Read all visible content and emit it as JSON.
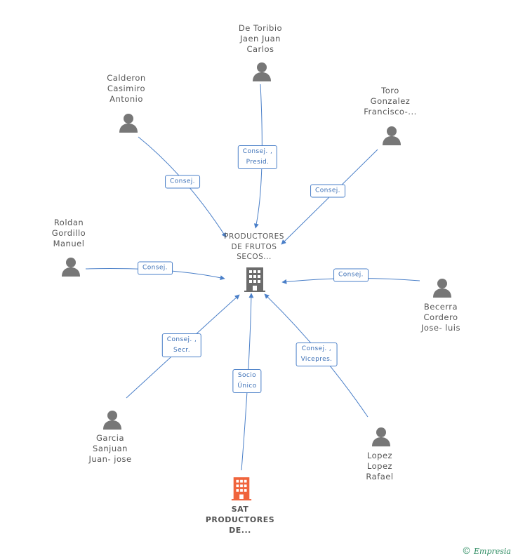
{
  "center": {
    "label": "PRODUCTORES\nDE FRUTOS\nSECOS..."
  },
  "origin": {
    "label": "SAT\nPRODUCTORES\nDE..."
  },
  "people": [
    {
      "id": "de-toribio",
      "label": "De Toribio\nJaen Juan\nCarlos"
    },
    {
      "id": "calderon",
      "label": "Calderon\nCasimiro\nAntonio"
    },
    {
      "id": "toro",
      "label": "Toro\nGonzalez\nFrancisco-..."
    },
    {
      "id": "roldan",
      "label": "Roldan\nGordillo\nManuel"
    },
    {
      "id": "becerra",
      "label": "Becerra\nCordero\nJose- luis"
    },
    {
      "id": "garcia",
      "label": "Garcia\nSanjuan\nJuan- jose"
    },
    {
      "id": "lopez",
      "label": "Lopez\nLopez\nRafael"
    }
  ],
  "edges": [
    {
      "from": "de-toribio",
      "label": "Consej. ,\nPresid."
    },
    {
      "from": "calderon",
      "label": "Consej."
    },
    {
      "from": "toro",
      "label": "Consej."
    },
    {
      "from": "roldan",
      "label": "Consej."
    },
    {
      "from": "becerra",
      "label": "Consej."
    },
    {
      "from": "garcia",
      "label": "Consej. ,\nSecr."
    },
    {
      "from": "lopez",
      "label": "Consej. ,\nVicepres."
    },
    {
      "from": "origin",
      "label": "Socio\nÚnico"
    }
  ],
  "footer": {
    "copyright_symbol": "©",
    "brand": "Empresia"
  },
  "colors": {
    "edge": "#4a7fc8",
    "person_icon": "#777777",
    "center_icon": "#6b6b6b",
    "origin_icon": "#f0643c"
  }
}
